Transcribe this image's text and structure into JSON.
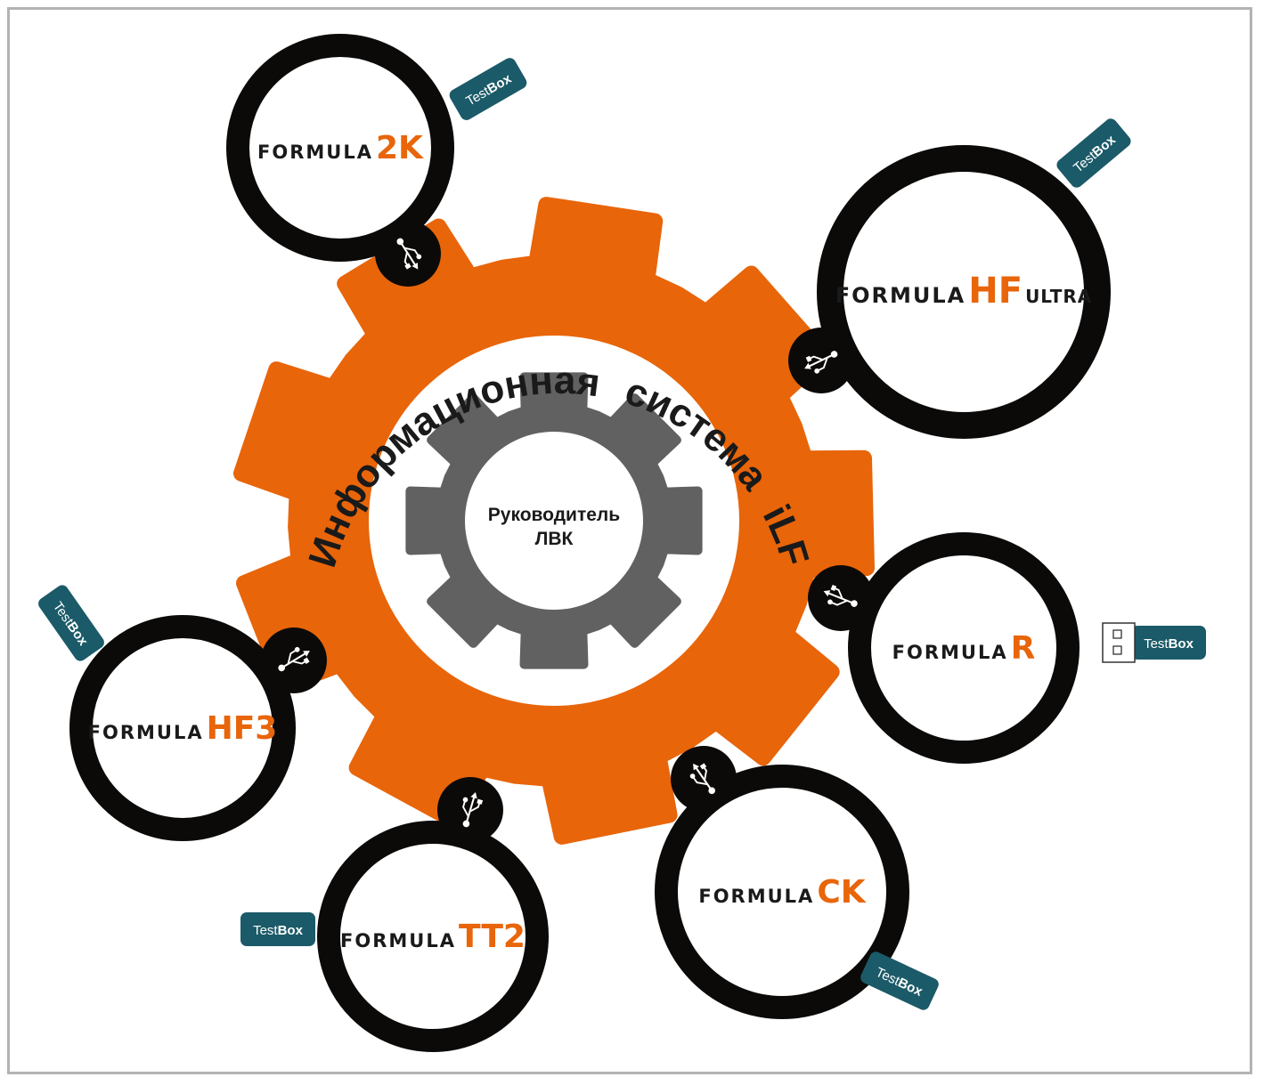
{
  "colors": {
    "orange": "#E8650A",
    "gray_gear": "#616161",
    "ring": "#0b0a09",
    "teal": "#1b5a68",
    "frame": "#b3b3b3",
    "ink": "#1a1a1a"
  },
  "center": {
    "arc_text_left": "Информационная",
    "arc_text_mid": "система",
    "arc_text_right": "iLForm",
    "inner_line1": "Руководитель",
    "inner_line2": "ЛВК"
  },
  "tag_label": {
    "light": "Test",
    "bold": "Box"
  },
  "products": [
    {
      "prefix": "FORMULA",
      "suffix": "2K",
      "sub": "",
      "icon": "usb-icon"
    },
    {
      "prefix": "FORMULA",
      "suffix": "HF",
      "sub": "ULTRA",
      "icon": "usb-icon"
    },
    {
      "prefix": "FORMULA",
      "suffix": "R",
      "sub": "",
      "icon": "usb-icon"
    },
    {
      "prefix": "FORMULA",
      "suffix": "CK",
      "sub": "",
      "icon": "usb-icon"
    },
    {
      "prefix": "FORMULA",
      "suffix": "TT2",
      "sub": "",
      "icon": "usb-icon"
    },
    {
      "prefix": "FORMULA",
      "suffix": "HF3",
      "sub": "",
      "icon": "usb-icon"
    }
  ]
}
